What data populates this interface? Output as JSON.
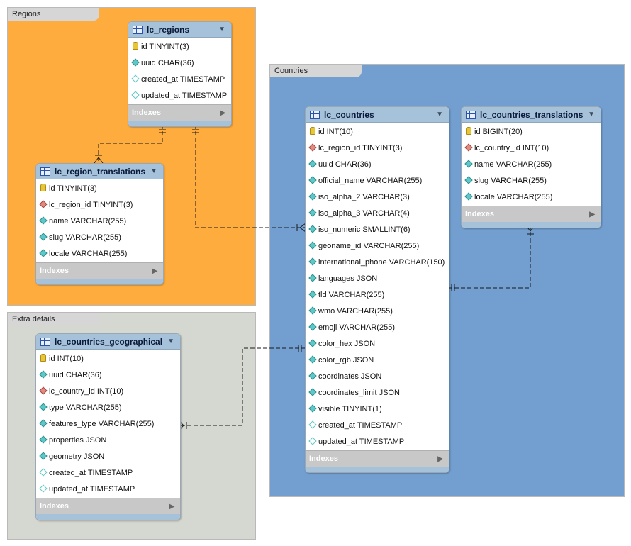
{
  "layers": {
    "regions": {
      "title": "Regions",
      "color": "#ffac3e"
    },
    "countries": {
      "title": "Countries",
      "color": "#729fd0"
    },
    "extra": {
      "title": "Extra details",
      "color": "#d5d8d0"
    }
  },
  "indexes_label": "Indexes",
  "tables": {
    "lc_regions": {
      "name": "lc_regions",
      "columns": [
        {
          "text": "id TINYINT(3)",
          "icon": "key-icon"
        },
        {
          "text": "uuid CHAR(36)",
          "icon": "column-icon"
        },
        {
          "text": "created_at TIMESTAMP",
          "icon": "nullable-column-icon"
        },
        {
          "text": "updated_at TIMESTAMP",
          "icon": "nullable-column-icon"
        }
      ]
    },
    "lc_region_translations": {
      "name": "lc_region_translations",
      "columns": [
        {
          "text": "id TINYINT(3)",
          "icon": "key-icon"
        },
        {
          "text": "lc_region_id TINYINT(3)",
          "icon": "foreign-key-icon"
        },
        {
          "text": "name VARCHAR(255)",
          "icon": "column-icon"
        },
        {
          "text": "slug VARCHAR(255)",
          "icon": "column-icon"
        },
        {
          "text": "locale VARCHAR(255)",
          "icon": "column-icon"
        }
      ]
    },
    "lc_countries": {
      "name": "lc_countries",
      "columns": [
        {
          "text": "id INT(10)",
          "icon": "key-icon"
        },
        {
          "text": "lc_region_id TINYINT(3)",
          "icon": "foreign-key-icon"
        },
        {
          "text": "uuid CHAR(36)",
          "icon": "column-icon"
        },
        {
          "text": "official_name VARCHAR(255)",
          "icon": "column-icon"
        },
        {
          "text": "iso_alpha_2 VARCHAR(3)",
          "icon": "column-icon"
        },
        {
          "text": "iso_alpha_3 VARCHAR(4)",
          "icon": "column-icon"
        },
        {
          "text": "iso_numeric SMALLINT(6)",
          "icon": "column-icon"
        },
        {
          "text": "geoname_id VARCHAR(255)",
          "icon": "column-icon"
        },
        {
          "text": "international_phone VARCHAR(150)",
          "icon": "column-icon"
        },
        {
          "text": "languages JSON",
          "icon": "column-icon"
        },
        {
          "text": "tld VARCHAR(255)",
          "icon": "column-icon"
        },
        {
          "text": "wmo VARCHAR(255)",
          "icon": "column-icon"
        },
        {
          "text": "emoji VARCHAR(255)",
          "icon": "column-icon"
        },
        {
          "text": "color_hex JSON",
          "icon": "column-icon"
        },
        {
          "text": "color_rgb JSON",
          "icon": "column-icon"
        },
        {
          "text": "coordinates JSON",
          "icon": "column-icon"
        },
        {
          "text": "coordinates_limit JSON",
          "icon": "column-icon"
        },
        {
          "text": "visible TINYINT(1)",
          "icon": "column-icon"
        },
        {
          "text": "created_at TIMESTAMP",
          "icon": "nullable-column-icon"
        },
        {
          "text": "updated_at TIMESTAMP",
          "icon": "nullable-column-icon"
        }
      ]
    },
    "lc_countries_translations": {
      "name": "lc_countries_translations",
      "columns": [
        {
          "text": "id BIGINT(20)",
          "icon": "key-icon"
        },
        {
          "text": "lc_country_id INT(10)",
          "icon": "foreign-key-icon"
        },
        {
          "text": "name VARCHAR(255)",
          "icon": "column-icon"
        },
        {
          "text": "slug VARCHAR(255)",
          "icon": "column-icon"
        },
        {
          "text": "locale VARCHAR(255)",
          "icon": "column-icon"
        }
      ]
    },
    "lc_countries_geographical": {
      "name": "lc_countries_geographical",
      "columns": [
        {
          "text": "id INT(10)",
          "icon": "key-icon"
        },
        {
          "text": "uuid CHAR(36)",
          "icon": "column-icon"
        },
        {
          "text": "lc_country_id INT(10)",
          "icon": "foreign-key-icon"
        },
        {
          "text": "type VARCHAR(255)",
          "icon": "column-icon"
        },
        {
          "text": "features_type VARCHAR(255)",
          "icon": "column-icon"
        },
        {
          "text": "properties JSON",
          "icon": "column-icon"
        },
        {
          "text": "geometry JSON",
          "icon": "column-icon"
        },
        {
          "text": "created_at TIMESTAMP",
          "icon": "nullable-column-icon"
        },
        {
          "text": "updated_at TIMESTAMP",
          "icon": "nullable-column-icon"
        }
      ]
    }
  }
}
